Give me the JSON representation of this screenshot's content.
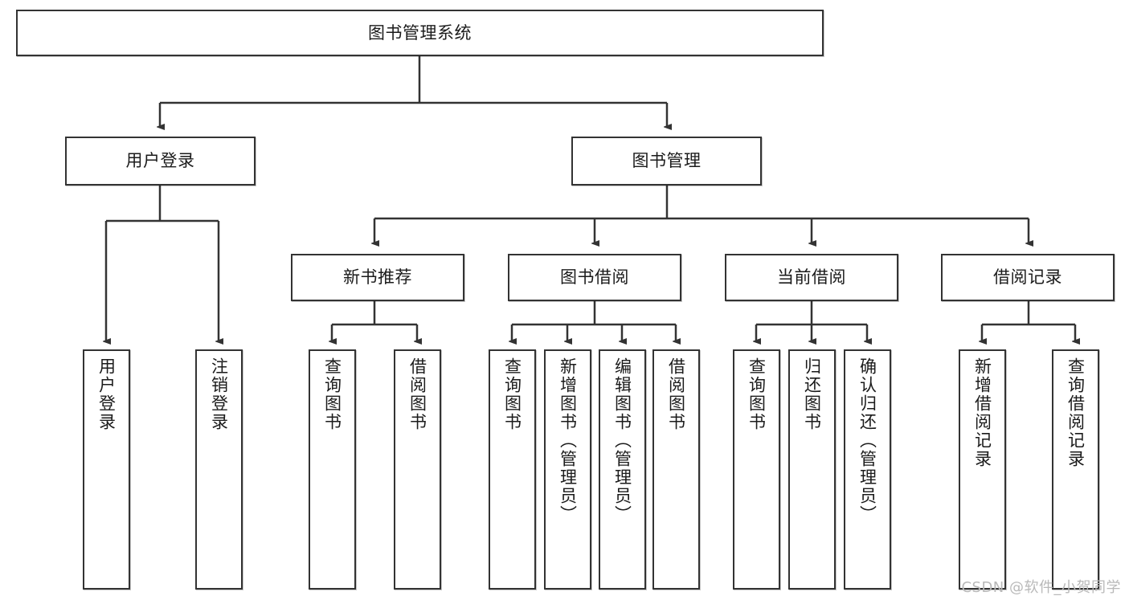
{
  "diagram": {
    "title": "图书管理系统",
    "type": "tree-hierarchy",
    "watermark": "CSDN @软件_小贺同学",
    "colors": {
      "box_border": "#333333",
      "box_fill": "#ffffff",
      "connector": "#333333",
      "text": "#1b1b1b",
      "watermark": "#b9b9b9"
    },
    "nodes": {
      "root": {
        "label": "图书管理系统"
      },
      "level2": [
        {
          "id": "user-login",
          "label": "用户登录"
        },
        {
          "id": "book-management",
          "label": "图书管理"
        }
      ],
      "level3": [
        {
          "id": "new-book-recommend",
          "label": "新书推荐"
        },
        {
          "id": "book-borrow",
          "label": "图书借阅"
        },
        {
          "id": "current-borrow",
          "label": "当前借阅"
        },
        {
          "id": "borrow-record",
          "label": "借阅记录"
        }
      ],
      "leaves": {
        "user_login": [
          {
            "id": "leaf-user-login",
            "label": "用户登录"
          },
          {
            "id": "leaf-logout",
            "label": "注销登录"
          }
        ],
        "new_book_recommend": [
          {
            "id": "leaf-query-book-1",
            "label": "查询图书"
          },
          {
            "id": "leaf-borrow-book-1",
            "label": "借阅图书"
          }
        ],
        "book_borrow": [
          {
            "id": "leaf-query-book-2",
            "label": "查询图书"
          },
          {
            "id": "leaf-add-book",
            "label": "新增图书（管理员）"
          },
          {
            "id": "leaf-edit-book",
            "label": "编辑图书（管理员）"
          },
          {
            "id": "leaf-borrow-book-2",
            "label": "借阅图书"
          }
        ],
        "current_borrow": [
          {
            "id": "leaf-query-book-3",
            "label": "查询图书"
          },
          {
            "id": "leaf-return-book",
            "label": "归还图书"
          },
          {
            "id": "leaf-confirm-return",
            "label": "确认归还（管理员）"
          }
        ],
        "borrow_record": [
          {
            "id": "leaf-add-record",
            "label": "新增借阅记录"
          },
          {
            "id": "leaf-query-record",
            "label": "查询借阅记录"
          }
        ]
      }
    }
  }
}
